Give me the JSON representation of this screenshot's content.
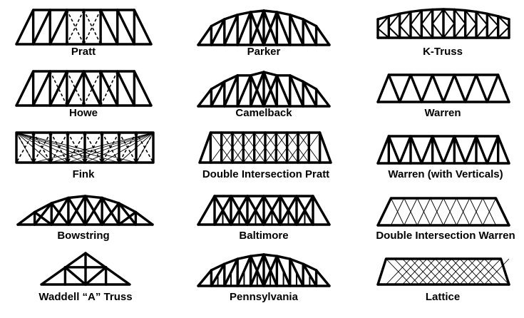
{
  "trusses": {
    "pratt": {
      "label": "Pratt"
    },
    "howe": {
      "label": "Howe"
    },
    "fink": {
      "label": "Fink"
    },
    "bowstring": {
      "label": "Bowstring"
    },
    "waddell": {
      "label": "Waddell “A” Truss"
    },
    "parker": {
      "label": "Parker"
    },
    "camelback": {
      "label": "Camelback"
    },
    "double_intersection_pratt": {
      "label": "Double Intersection Pratt"
    },
    "baltimore": {
      "label": "Baltimore"
    },
    "pennsylvania": {
      "label": "Pennsylvania"
    },
    "k_truss": {
      "label": "K-Truss"
    },
    "warren": {
      "label": "Warren"
    },
    "warren_verticals": {
      "label": "Warren (with Verticals)"
    },
    "double_intersection_warren": {
      "label": "Double Intersection Warren"
    },
    "lattice": {
      "label": "Lattice"
    }
  }
}
